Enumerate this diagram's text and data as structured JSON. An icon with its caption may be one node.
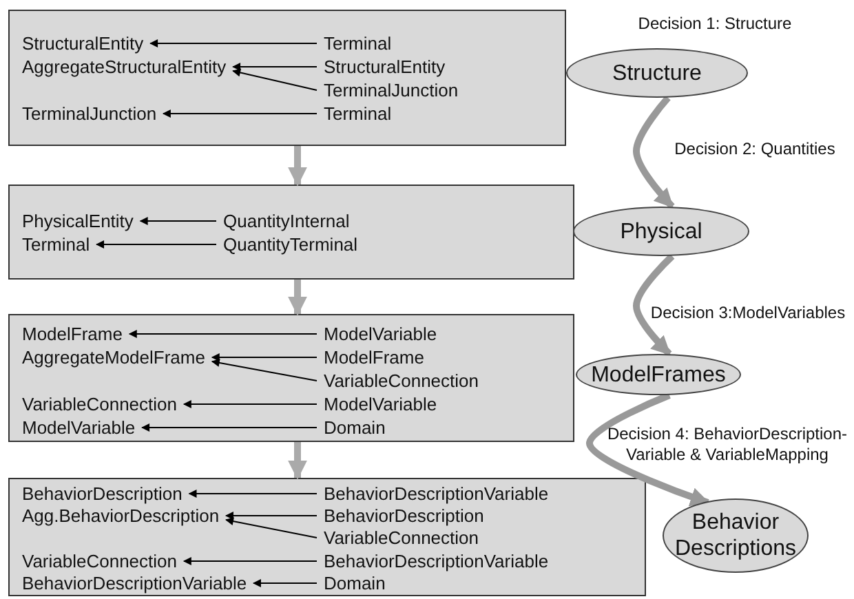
{
  "diagram": {
    "nodes": [
      {
        "text": [],
        "shape": "box"
      },
      {
        "text": [
          "StructuralEntity"
        ],
        "in": 0
      },
      {
        "text": [
          "Terminal"
        ],
        "in": 0
      },
      {
        "text": [
          "AggregateStructuralEntity"
        ],
        "in": 0
      },
      {
        "text": [
          "StructuralEntity"
        ],
        "in": 0
      },
      {
        "text": [
          "TerminalJunction"
        ],
        "in": 0
      },
      {
        "text": [
          "TerminalJunction"
        ],
        "in": 0
      },
      {
        "text": [
          "Terminal"
        ],
        "in": 0
      },
      {
        "text": [],
        "shape": "box"
      },
      {
        "text": [
          "PhysicalEntity"
        ],
        "in": 8
      },
      {
        "text": [
          "QuantityInternal"
        ],
        "in": 8
      },
      {
        "text": [
          "Terminal"
        ],
        "in": 8
      },
      {
        "text": [
          "QuantityTerminal"
        ],
        "in": 8
      },
      {
        "text": [],
        "shape": "box"
      },
      {
        "text": [
          "ModelFrame"
        ],
        "in": 13
      },
      {
        "text": [
          "ModelVariable"
        ],
        "in": 13
      },
      {
        "text": [
          "AggregateModelFrame"
        ],
        "in": 13
      },
      {
        "text": [
          "ModelFrame"
        ],
        "in": 13
      },
      {
        "text": [
          "VariableConnection"
        ],
        "in": 13
      },
      {
        "text": [
          "VariableConnection"
        ],
        "in": 13
      },
      {
        "text": [
          "ModelVariable"
        ],
        "in": 13
      },
      {
        "text": [
          "ModelVariable"
        ],
        "in": 13
      },
      {
        "text": [
          "Domain"
        ],
        "in": 13
      },
      {
        "text": [],
        "shape": "box"
      },
      {
        "text": [
          "BehaviorDescription"
        ],
        "in": 23
      },
      {
        "text": [
          "BehaviorDescriptionVariable"
        ],
        "in": 23
      },
      {
        "text": [
          "Agg.BehaviorDescription"
        ],
        "in": 23
      },
      {
        "text": [
          "BehaviorDescription"
        ],
        "in": 23
      },
      {
        "text": [
          "VariableConnection"
        ],
        "in": 23
      },
      {
        "text": [
          "VariableConnection"
        ],
        "in": 23
      },
      {
        "text": [
          "BehaviorDescriptionVariable"
        ],
        "in": 23
      },
      {
        "text": [
          "BehaviorDescriptionVariable"
        ],
        "in": 23
      },
      {
        "text": [
          "Domain"
        ],
        "in": 23
      },
      {
        "text": [
          "Structure"
        ]
      },
      {
        "text": [
          "Physical"
        ]
      },
      {
        "text": [
          "ModelFrames"
        ]
      },
      {
        "text": [
          "Behavior Descriptions"
        ]
      }
    ],
    "edges": [
      {
        "from": 2,
        "to": 1,
        "arrow": "to"
      },
      {
        "from": 4,
        "to": 3,
        "arrow": "to"
      },
      {
        "from": 5,
        "to": 3,
        "arrow": "to"
      },
      {
        "from": 7,
        "to": 6,
        "arrow": "to"
      },
      {
        "from": 10,
        "to": 9,
        "arrow": "to"
      },
      {
        "from": 12,
        "to": 11,
        "arrow": "to"
      },
      {
        "from": 15,
        "to": 14,
        "arrow": "to"
      },
      {
        "from": 17,
        "to": 16,
        "arrow": "to"
      },
      {
        "from": 18,
        "to": 16,
        "arrow": "to"
      },
      {
        "from": 20,
        "to": 19,
        "arrow": "to"
      },
      {
        "from": 22,
        "to": 21,
        "arrow": "to"
      },
      {
        "from": 25,
        "to": 24,
        "arrow": "to"
      },
      {
        "from": 27,
        "to": 26,
        "arrow": "to"
      },
      {
        "from": 28,
        "to": 26,
        "arrow": "to"
      },
      {
        "from": 30,
        "to": 29,
        "arrow": "to"
      },
      {
        "from": 32,
        "to": 31,
        "arrow": "to"
      },
      {
        "from": 0,
        "to": 8,
        "arrow": "to",
        "style": "thick",
        "color": "#aaaaaa"
      },
      {
        "from": 8,
        "to": 13,
        "arrow": "to",
        "style": "thick",
        "color": "#aaaaaa"
      },
      {
        "from": 13,
        "to": 23,
        "arrow": "to",
        "style": "thick",
        "color": "#aaaaaa"
      },
      {
        "from": 33,
        "to": 34,
        "arrow": "to",
        "style": "thick",
        "color": "#999999"
      },
      {
        "from": 34,
        "to": 35,
        "arrow": "to",
        "style": "thick",
        "color": "#999999"
      },
      {
        "from": 35,
        "to": 36,
        "arrow": "to",
        "style": "thick",
        "color": "#999999"
      }
    ],
    "labels": [
      "Decision 1: Structure",
      "Decision 2: Quantities",
      "Decision 3:ModelVariables",
      "Decision 4: BehaviorDescription- Variable & VariableMapping"
    ]
  }
}
